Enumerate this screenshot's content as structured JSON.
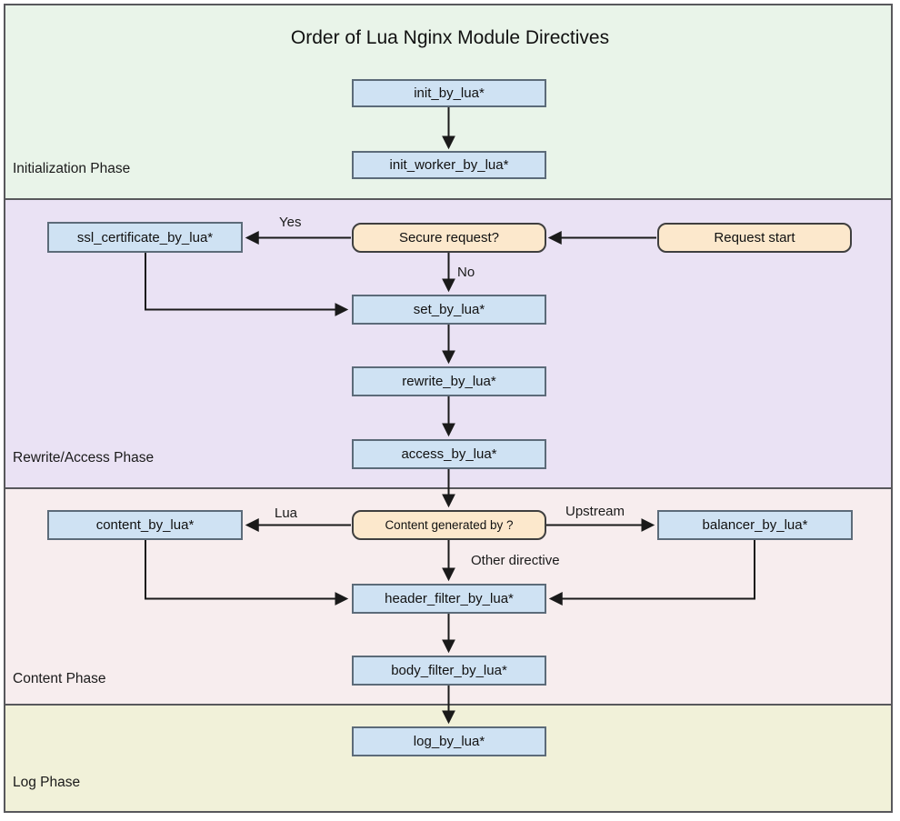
{
  "diagram": {
    "title": "Order of Lua Nginx Module Directives"
  },
  "phases": {
    "initialization": {
      "label": "Initialization Phase",
      "bg": "#e9f4e9"
    },
    "rewrite_access": {
      "label": "Rewrite/Access Phase",
      "bg": "#eae2f4"
    },
    "content": {
      "label": "Content Phase",
      "bg": "#f7edee"
    },
    "log": {
      "label": "Log Phase",
      "bg": "#f1f1d9"
    }
  },
  "nodes": {
    "init_by_lua": {
      "label": "init_by_lua*",
      "type": "directive"
    },
    "init_worker_by_lua": {
      "label": "init_worker_by_lua*",
      "type": "directive"
    },
    "ssl_certificate_by_lua": {
      "label": "ssl_certificate_by_lua*",
      "type": "directive"
    },
    "secure_request": {
      "label": "Secure request?",
      "type": "decision"
    },
    "request_start": {
      "label": "Request start",
      "type": "terminal"
    },
    "set_by_lua": {
      "label": "set_by_lua*",
      "type": "directive"
    },
    "rewrite_by_lua": {
      "label": "rewrite_by_lua*",
      "type": "directive"
    },
    "access_by_lua": {
      "label": "access_by_lua*",
      "type": "directive"
    },
    "content_by_lua": {
      "label": "content_by_lua*",
      "type": "directive"
    },
    "content_generated_by": {
      "label": "Content generated by ?",
      "type": "decision"
    },
    "balancer_by_lua": {
      "label": "balancer_by_lua*",
      "type": "directive"
    },
    "header_filter_by_lua": {
      "label": "header_filter_by_lua*",
      "type": "directive"
    },
    "body_filter_by_lua": {
      "label": "body_filter_by_lua*",
      "type": "directive"
    },
    "log_by_lua": {
      "label": "log_by_lua*",
      "type": "directive"
    }
  },
  "edge_labels": {
    "yes": "Yes",
    "no": "No",
    "lua": "Lua",
    "upstream": "Upstream",
    "other_directive": "Other directive"
  },
  "colors": {
    "directive_fill": "#cfe2f3",
    "directive_border": "#5c6b79",
    "decision_fill": "#fce8cc",
    "decision_border": "#3f3f3f",
    "phase_border": "#58585c",
    "arrow": "#1a1a1a"
  }
}
